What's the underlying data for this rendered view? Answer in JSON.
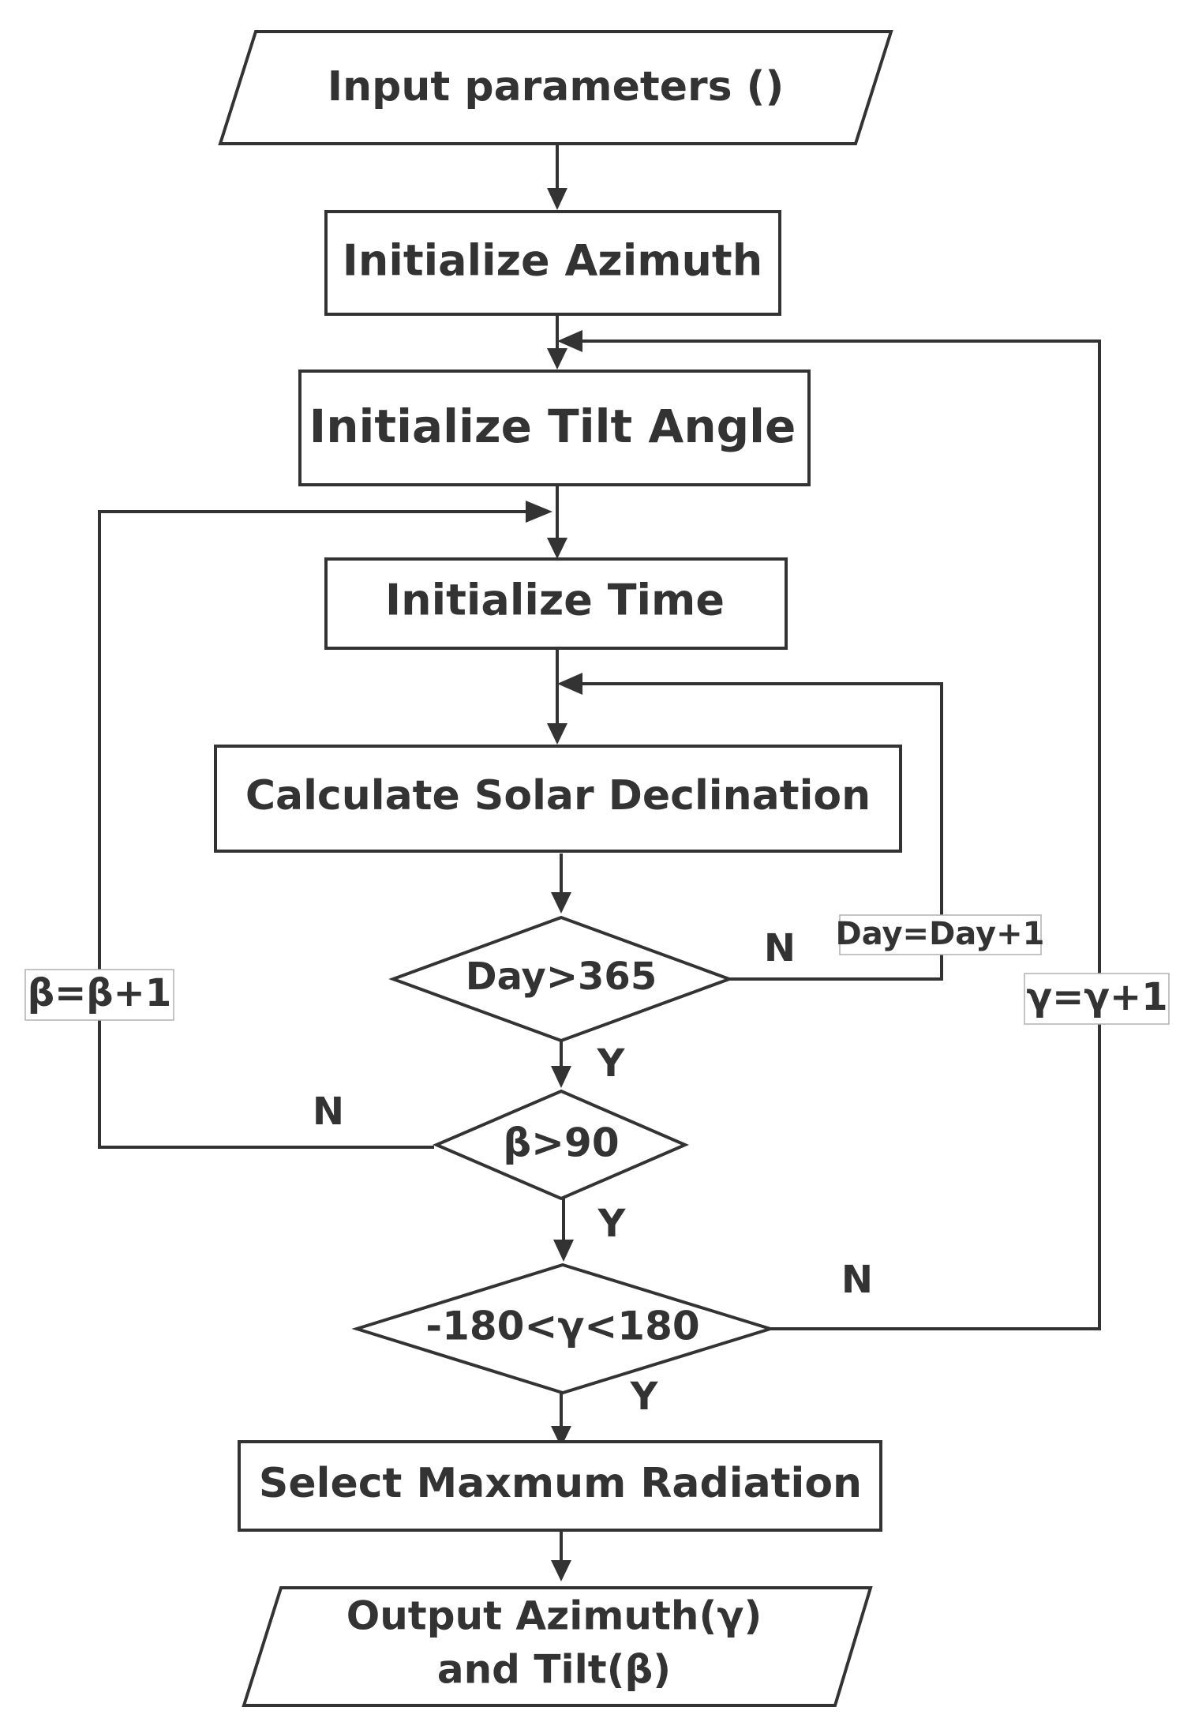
{
  "nodes": {
    "input": {
      "text": "Input parameters ()"
    },
    "init_azimuth": {
      "text": "Initialize Azimuth"
    },
    "init_tilt": {
      "text": "Initialize Tilt Angle"
    },
    "init_time": {
      "text": "Initialize Time"
    },
    "calc_declination": {
      "text": "Calculate Solar Declination"
    },
    "day_check": {
      "text": "Day>365"
    },
    "beta_check": {
      "text": "β>90"
    },
    "gamma_check": {
      "text": "-180<γ<180"
    },
    "select_max": {
      "text": "Select Maxmum Radiation"
    },
    "output_line1": {
      "text": "Output Azimuth(γ)"
    },
    "output_line2": {
      "text": "and Tilt(β)"
    }
  },
  "edges": {
    "day_no": "N",
    "day_yes": "Y",
    "beta_no": "N",
    "beta_yes": "Y",
    "gamma_no": "N",
    "gamma_yes": "Y"
  },
  "loop_labels": {
    "day_increment": "Day=Day+1",
    "beta_increment": "β=β+1",
    "gamma_increment": "γ=γ+1"
  },
  "colors": {
    "stroke": "#333333",
    "background": "#ffffff"
  }
}
